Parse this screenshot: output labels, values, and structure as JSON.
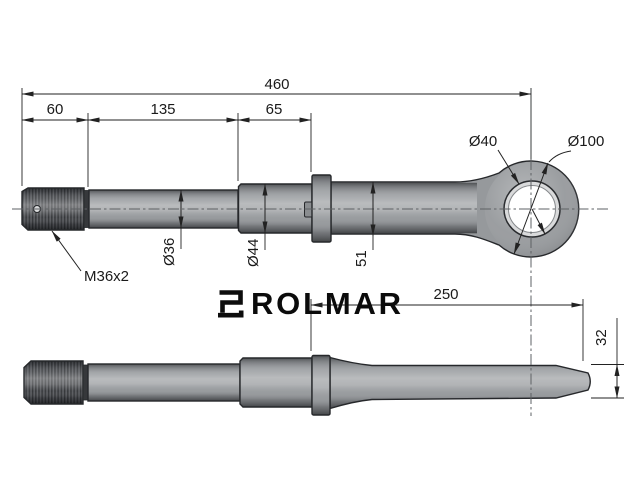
{
  "logo": {
    "text": "ROLMAR",
    "icon": "square-spiral-logo-icon"
  },
  "drawing": {
    "type": "technical-drawing",
    "subject": "towing eye bolt shown in two orthographic views with dimensions",
    "dimensions": {
      "overall_length": "460",
      "thread_length": "60",
      "shank_length": "135",
      "step_length": "65",
      "shank_diameter": "Ø36",
      "step_diameter": "Ø44",
      "body_height": "51",
      "thread_spec": "M36x2",
      "eye_inner_diameter": "Ø40",
      "eye_outer_diameter": "Ø100",
      "eye_section_length": "250",
      "eye_thickness": "32"
    },
    "colors": {
      "background": "#ffffff",
      "steel_base": "#96999c",
      "thread_dark": "#44464a",
      "outline": "#26282b",
      "dimension_line": "#222222",
      "centerline": "#5e6164",
      "logo": "#0b0b0b"
    }
  }
}
